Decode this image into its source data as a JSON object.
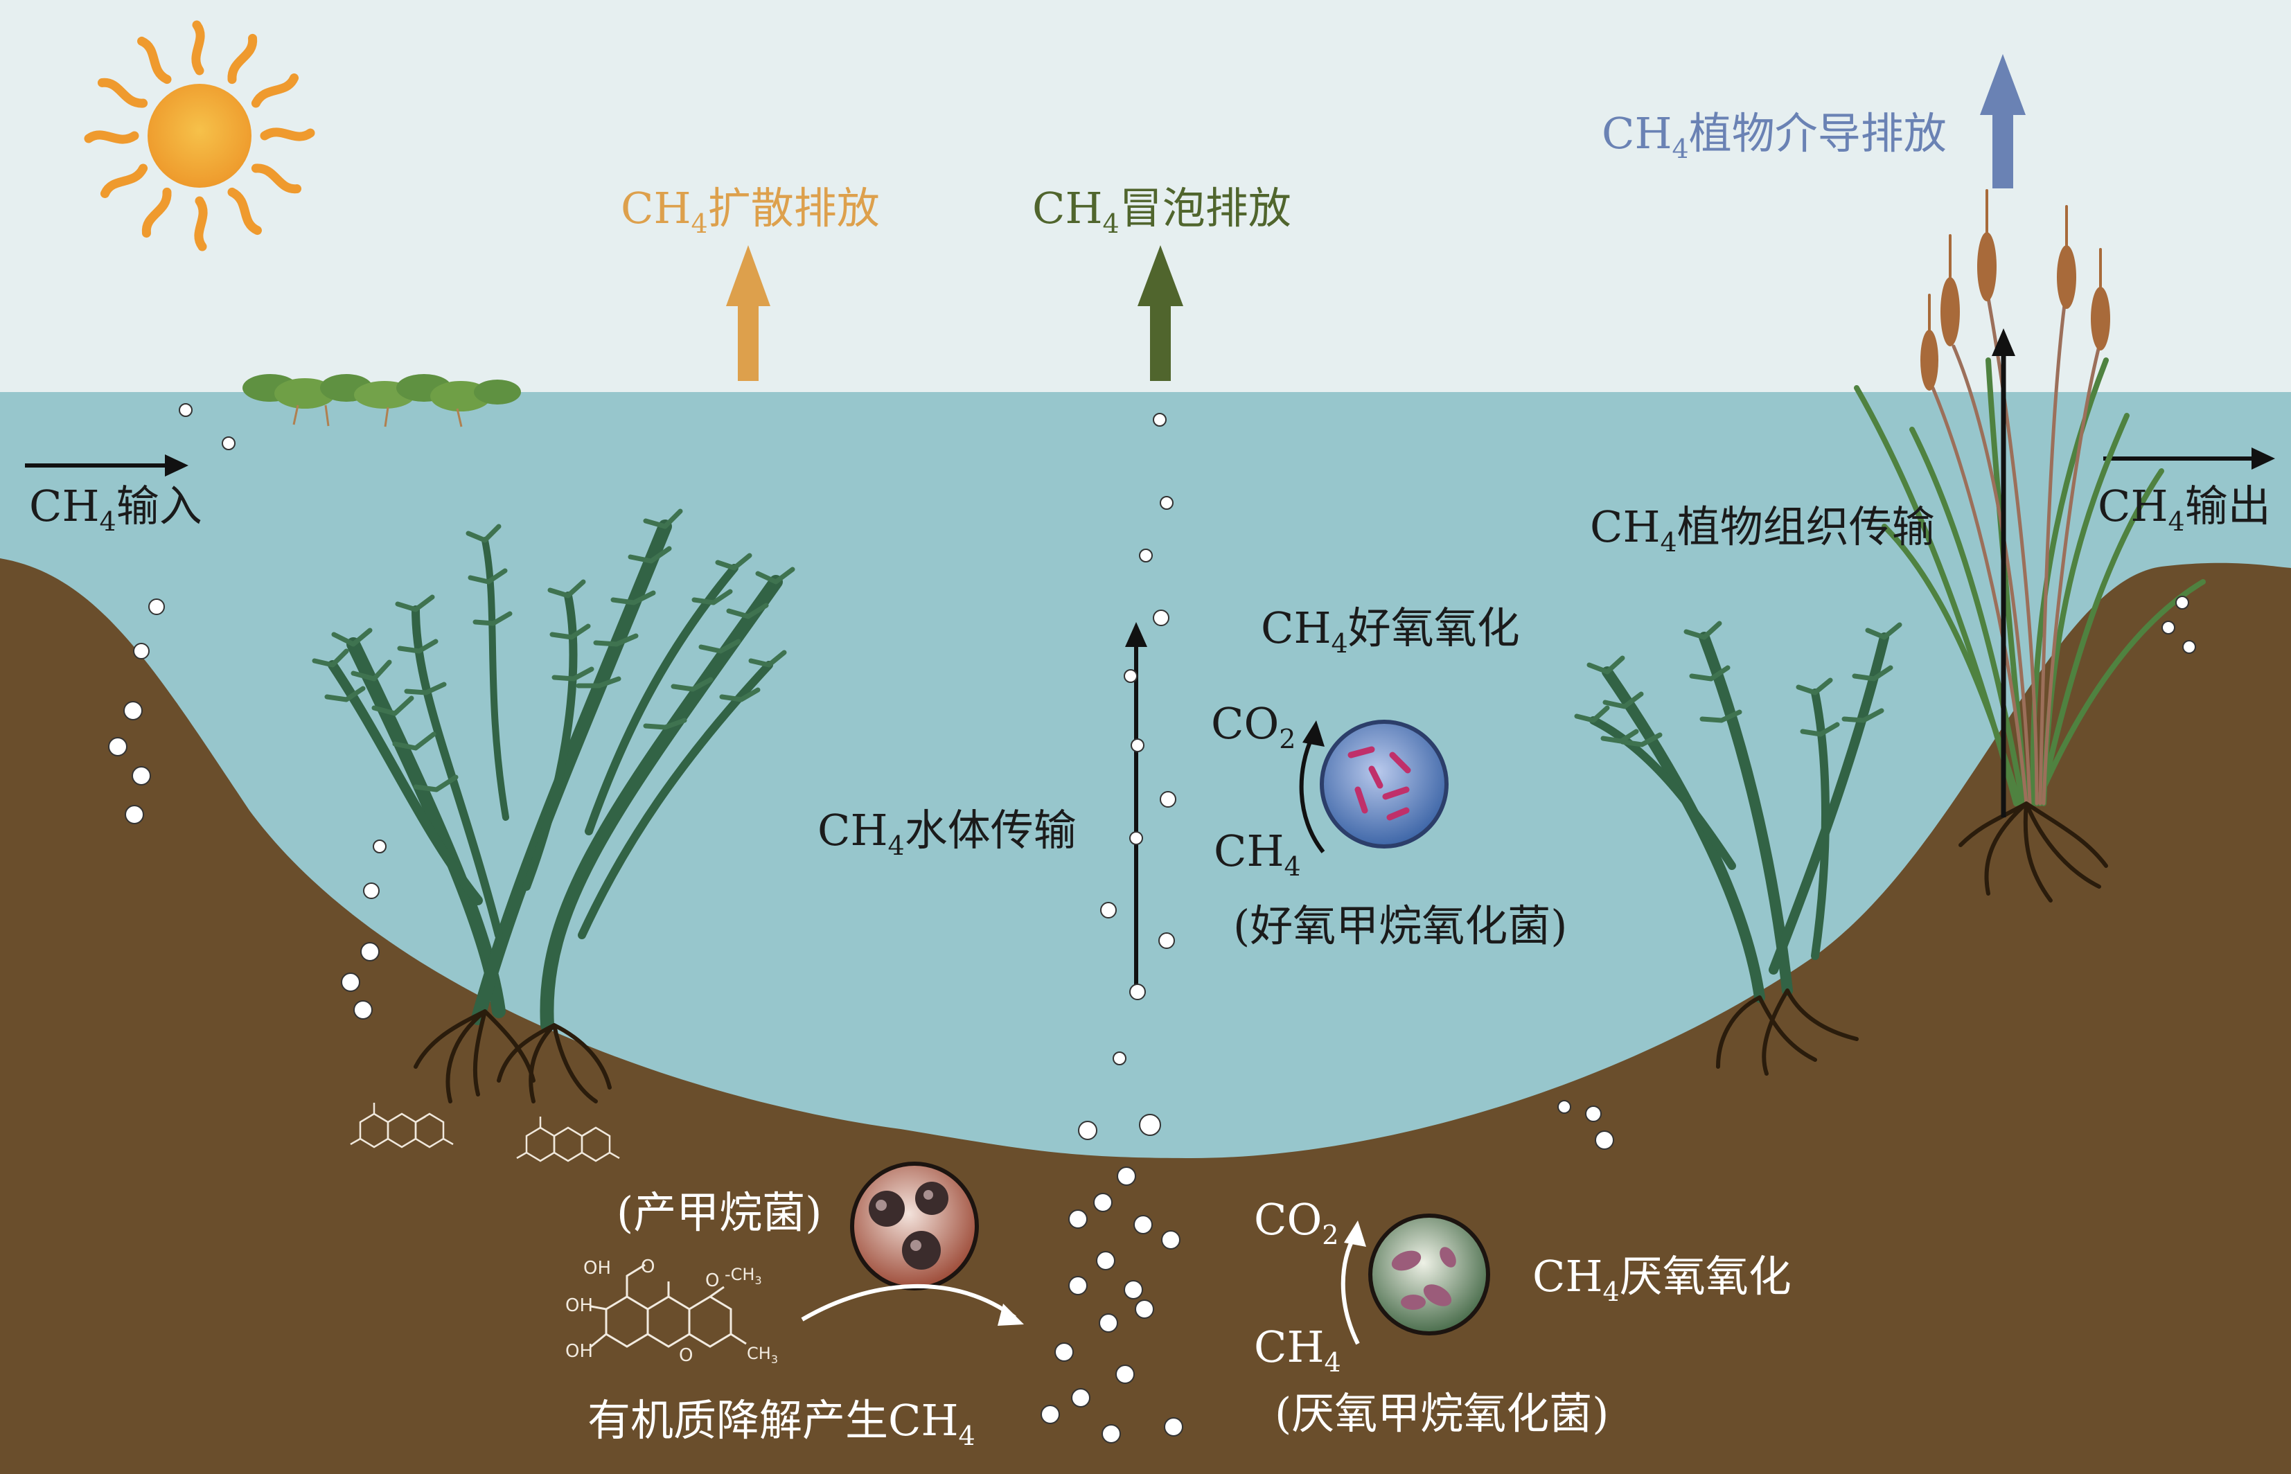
{
  "colors": {
    "sky": "#e6eff0",
    "water": "#97c6cc",
    "sediment": "#6a4e2c",
    "diffusion_arrow": "#dda04c",
    "ebullition_arrow": "#50652d",
    "plant_mediated_arrow": "#6a82b4",
    "plant_green": "#3c6b47",
    "sun": "#f0a934"
  },
  "labels": {
    "diffusion": {
      "prefix": "CH",
      "sub": "4",
      "text": "扩散排放"
    },
    "ebullition": {
      "prefix": "CH",
      "sub": "4",
      "text": "冒泡排放"
    },
    "plant_mediated": {
      "prefix": "CH",
      "sub": "4",
      "text": "植物介导排放"
    },
    "input": {
      "prefix": "CH",
      "sub": "4",
      "text": "输入"
    },
    "output": {
      "prefix": "CH",
      "sub": "4",
      "text": "输出"
    },
    "plant_transport": {
      "prefix": "CH",
      "sub": "4",
      "text": "植物组织传输"
    },
    "aerobic_oxidation": {
      "prefix": "CH",
      "sub": "4",
      "text": "好氧氧化"
    },
    "water_transport": {
      "prefix": "CH",
      "sub": "4",
      "text": "水体传输"
    },
    "aerobic_co2": {
      "prefix": "CO",
      "sub": "2"
    },
    "aerobic_ch4": {
      "prefix": "CH",
      "sub": "4"
    },
    "aerobic_bacteria": "(好氧甲烷氧化菌)",
    "methanogen": "(产甲烷菌)",
    "anaerobic_co2": {
      "prefix": "CO",
      "sub": "2"
    },
    "anaerobic_ch4": {
      "prefix": "CH",
      "sub": "4"
    },
    "anaerobic_oxidation": {
      "prefix": "CH",
      "sub": "4",
      "text": "厌氧氧化"
    },
    "anaerobic_bacteria": "(厌氧甲烷氧化菌)",
    "degradation": {
      "text": "有机质降解产生CH",
      "sub": "4"
    }
  },
  "molecule": {
    "oh1": "OH",
    "o1": "O",
    "o_ch3": "O",
    "ch3_a": "CH",
    "ch3_a_sub": "3",
    "oh2": "OH",
    "oh3": "OH",
    "o2": "O",
    "ch3_b": "CH",
    "ch3_b_sub": "3"
  }
}
